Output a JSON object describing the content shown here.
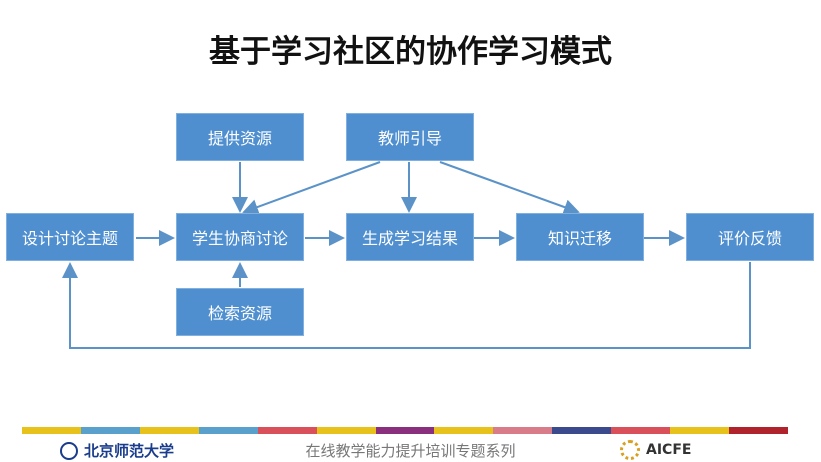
{
  "title": "基于学习社区的协作学习模式",
  "nodes": {
    "design": "设计讨论主题",
    "resources": "提供资源",
    "teacher": "教师引导",
    "discuss": "学生协商讨论",
    "results": "生成学习结果",
    "transfer": "知识迁移",
    "evaluate": "评价反馈",
    "search": "检索资源"
  },
  "footer": {
    "series": "在线教学能力提升培训专题系列",
    "left_logo": "北京师范大学",
    "right_logo": "AICFE"
  },
  "colors": {
    "box": "#4f8fcf",
    "arrow": "#5b93c8"
  },
  "stripe_colors": [
    "#e6c21a",
    "#5aa0cc",
    "#e6c21a",
    "#5aa0cc",
    "#d9505a",
    "#e6c21a",
    "#8a2f7e",
    "#e6c21a",
    "#d97c8a",
    "#3a4a8c",
    "#d9505a",
    "#e6c21a",
    "#b0222c"
  ]
}
